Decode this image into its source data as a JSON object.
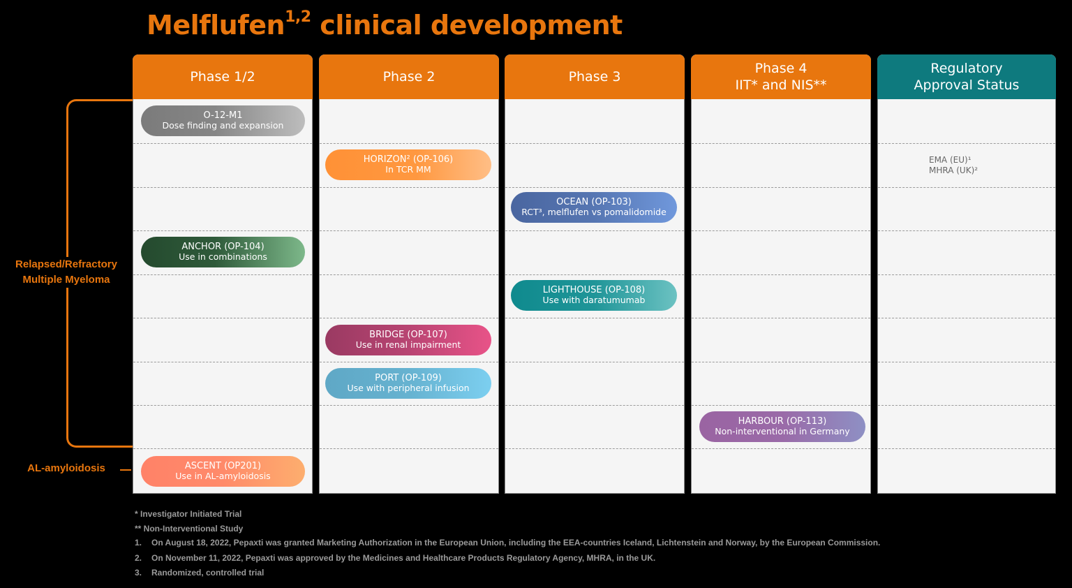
{
  "title": {
    "text": "Melflufen",
    "sup": "1,2",
    "rest": " clinical development"
  },
  "colors": {
    "phase_header": "#E8760E",
    "regulatory_header": "#0E7A7E",
    "accent": "#E8760E"
  },
  "columns": [
    {
      "label": "Phase 1/2"
    },
    {
      "label": "Phase 2"
    },
    {
      "label": "Phase 3"
    },
    {
      "label": "Phase 4\nIIT* and NIS**"
    },
    {
      "label": "Regulatory\nApproval Status"
    }
  ],
  "side_labels": {
    "rrmm": "Relapsed/Refractory\nMultiple Myeloma",
    "al": "AL-amyloidosis"
  },
  "studies": [
    {
      "name": "O-12-M1",
      "desc": "Dose finding and expansion",
      "column": "Phase 1/2",
      "row": 1
    },
    {
      "name": "HORIZON² (OP-106)",
      "desc": "In TCR MM",
      "column": "Phase 2",
      "row": 2
    },
    {
      "name": "OCEAN (OP-103)",
      "desc": "RCT³, melflufen vs pomalidomide",
      "column": "Phase 3",
      "row": 3
    },
    {
      "name": "ANCHOR (OP-104)",
      "desc": "Use in combinations",
      "column": "Phase 1/2",
      "row": 4
    },
    {
      "name": "LIGHTHOUSE (OP-108)",
      "desc": "Use with daratumumab",
      "column": "Phase 3",
      "row": 5
    },
    {
      "name": "BRIDGE (OP-107)",
      "desc": "Use in renal impairment",
      "column": "Phase 2",
      "row": 6
    },
    {
      "name": "PORT (OP-109)",
      "desc": "Use with peripheral infusion",
      "column": "Phase 2",
      "row": 7
    },
    {
      "name": "HARBOUR (OP-113)",
      "desc": "Non-interventional in Germany",
      "column": "Phase 4",
      "row": 8
    },
    {
      "name": "ASCENT (OP201)",
      "desc": "Use in AL-amyloidosis",
      "column": "Phase 1/2",
      "row": 9
    }
  ],
  "regulatory": {
    "line1": "EMA (EU)¹",
    "line2": "MHRA (UK)²"
  },
  "footnotes": [
    {
      "num": "",
      "text": "* Investigator Initiated Trial"
    },
    {
      "num": "",
      "text": "** Non-Interventional Study"
    },
    {
      "num": "1.",
      "text": "On August 18, 2022, Pepaxti was granted Marketing Authorization in the European Union, including the EEA-countries Iceland, Lichtenstein and Norway, by the European Commission."
    },
    {
      "num": "2.",
      "text": "On November 11, 2022, Pepaxti was approved by the Medicines and Healthcare Products Regulatory Agency, MHRA, in the UK."
    },
    {
      "num": "3.",
      "text": "Randomized, controlled trial"
    }
  ]
}
